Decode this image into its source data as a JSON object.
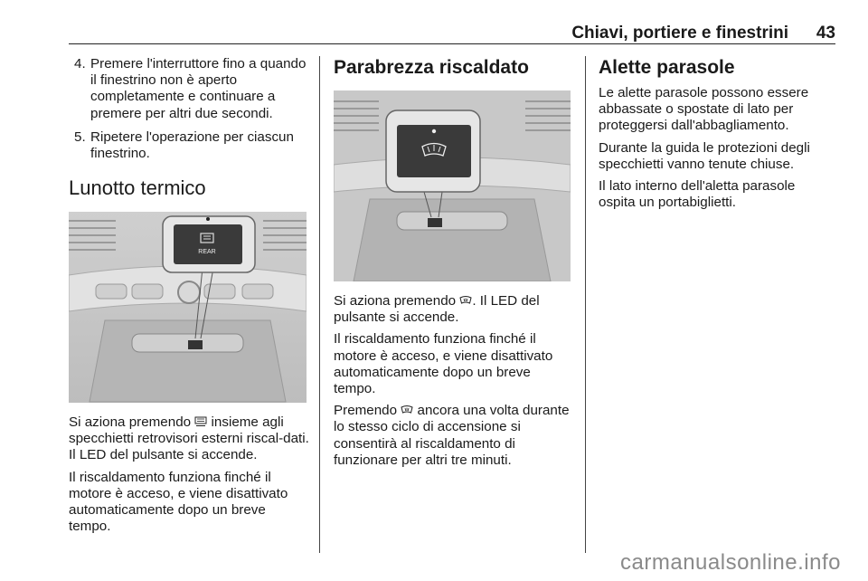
{
  "header": {
    "title": "Chiavi, portiere e finestrini",
    "page": "43"
  },
  "col1": {
    "steps": [
      {
        "num": "4.",
        "text": "Premere l'interruttore fino a quando il finestrino non è aperto completamente e continuare a premere per altri due secondi."
      },
      {
        "num": "5.",
        "text": "Ripetere l'operazione per ciascun finestrino."
      }
    ],
    "heading": "Lunotto termico",
    "figure_label": "REAR",
    "p1_before": "Si aziona premendo ",
    "p1_after": " insieme agli specchietti retrovisori esterni riscal-dati. Il LED del pulsante si accende.",
    "p2": "Il riscaldamento funziona finché il motore è acceso, e viene disattivato automaticamente dopo un breve tempo."
  },
  "col2": {
    "heading": "Parabrezza riscaldato",
    "p1_before": "Si aziona premendo ",
    "p1_after": ". Il LED del pulsante si accende.",
    "p2": "Il riscaldamento funziona finché il motore è acceso, e viene disattivato automaticamente dopo un breve tempo.",
    "p3_before": "Premendo ",
    "p3_after": " ancora una volta durante lo stesso ciclo di accensione si consentirà al riscaldamento di funzionare per altri tre minuti."
  },
  "col3": {
    "heading": "Alette parasole",
    "p1": "Le alette parasole possono essere abbassate o spostate di lato per proteggersi dall'abbagliamento.",
    "p2": "Durante la guida le protezioni degli specchietti vanno tenute chiuse.",
    "p3": "Il lato interno dell'aletta parasole ospita un portabiglietti."
  },
  "watermark": "carmanualsonline.info",
  "icons": {
    "rear_defrost": "rear-window-heater-icon",
    "windscreen_heat": "windscreen-heater-icon"
  }
}
